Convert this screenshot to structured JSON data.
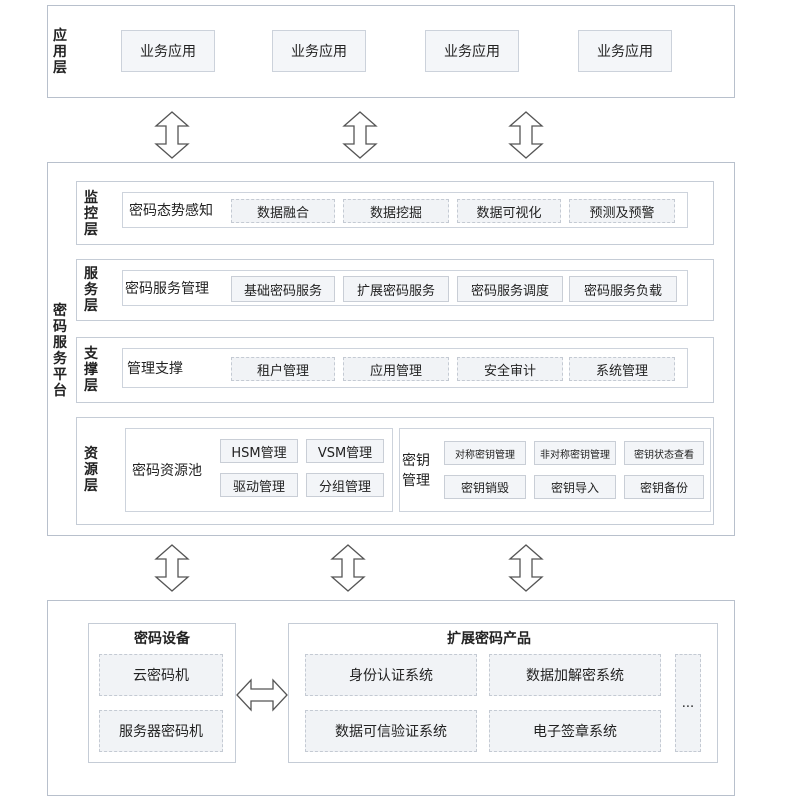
{
  "app_layer": {
    "label": "应用层",
    "apps": [
      "业务应用",
      "业务应用",
      "业务应用",
      "业务应用"
    ]
  },
  "platform": {
    "label": "密码服务平台",
    "monitor": {
      "label": "监控层",
      "title": "密码态势感知",
      "items": [
        "数据融合",
        "数据挖掘",
        "数据可视化",
        "预测及预警"
      ]
    },
    "service": {
      "label": "服务层",
      "title": "密码服务管理",
      "items": [
        "基础密码服务",
        "扩展密码服务",
        "密码服务调度",
        "密码服务负载"
      ]
    },
    "support": {
      "label": "支撑层",
      "title": "管理支撑",
      "items": [
        "租户管理",
        "应用管理",
        "安全审计",
        "系统管理"
      ]
    },
    "resource": {
      "label": "资源层",
      "pool_title": "密码资源池",
      "pool_items": [
        "HSM管理",
        "VSM管理",
        "驱动管理",
        "分组管理"
      ],
      "key_title": "密钥管理",
      "key_items_top": [
        "对称密钥管理",
        "非对称密钥管理",
        "密钥状态查看"
      ],
      "key_items_bottom": [
        "密钥销毁",
        "密钥导入",
        "密钥备份"
      ]
    }
  },
  "bottom": {
    "devices": {
      "title": "密码设备",
      "items": [
        "云密码机",
        "服务器密码机"
      ]
    },
    "products": {
      "title": "扩展密码产品",
      "items": [
        "身份认证系统",
        "数据加解密系统",
        "数据可信验证系统",
        "电子签章系统"
      ],
      "more": "..."
    }
  }
}
